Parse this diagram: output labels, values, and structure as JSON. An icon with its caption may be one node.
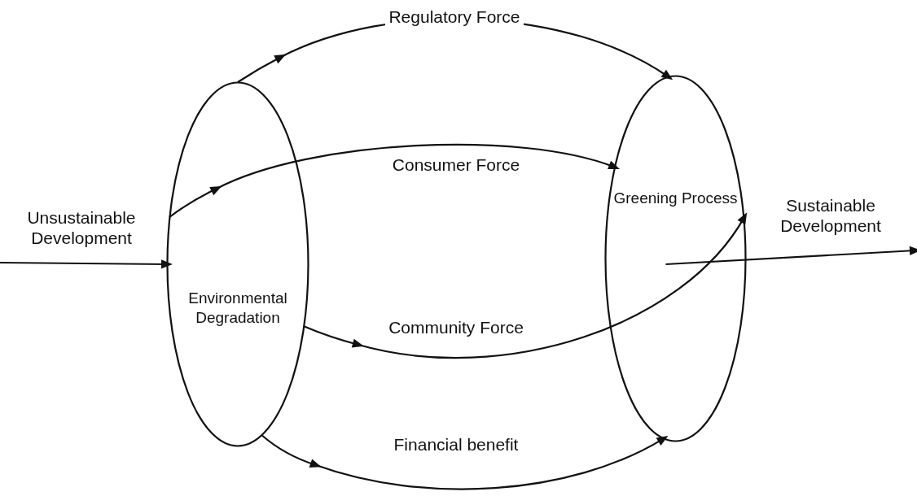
{
  "diagram": {
    "nodes": [
      {
        "text": [
          "Environmental Degradation"
        ]
      },
      {
        "text": [
          "Greening Process"
        ]
      }
    ],
    "edges": [
      {
        "from": 0,
        "to": 1,
        "arrow": "to",
        "label": "Regulatory Force"
      },
      {
        "from": 0,
        "to": 1,
        "arrow": "to",
        "label": "Consumer Force"
      },
      {
        "from": null,
        "to": 0,
        "arrow": "to",
        "label": "Unsustainable Development"
      },
      {
        "from": 0,
        "to": 1,
        "arrow": "to",
        "label": "Community Force"
      },
      {
        "from": 1,
        "to": null,
        "arrow": "to",
        "label": "Sustainable Development"
      },
      {
        "from": 0,
        "to": 1,
        "arrow": "to",
        "label": "Financial benefit"
      }
    ]
  }
}
